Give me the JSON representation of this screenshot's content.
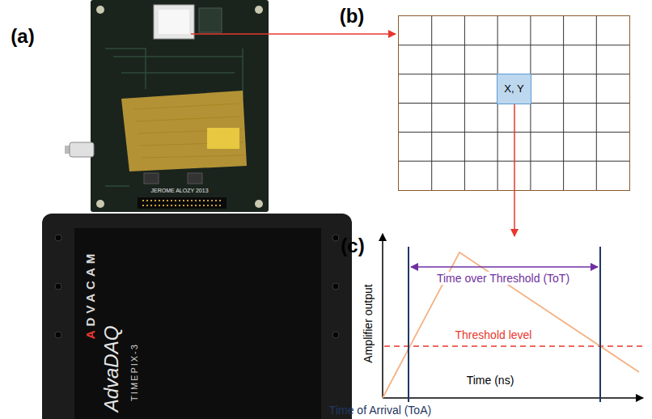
{
  "diagram": {
    "nodes": [
      {
        "text": [
          "ADVACAM",
          "TIMEPIX-3",
          "AdvaDAQ"
        ]
      },
      {
        "text": [
          "(b)"
        ]
      },
      {
        "text": [
          "X, Y"
        ],
        "in": 1
      }
    ],
    "labels": [
      "(a)",
      "JEROME ALOZY 2013",
      "(c)",
      "Time over Threshold (ToT)",
      "Amplifier output",
      "Threshold level",
      "Time (ns)",
      "Time of Arrival (ToA)"
    ]
  }
}
